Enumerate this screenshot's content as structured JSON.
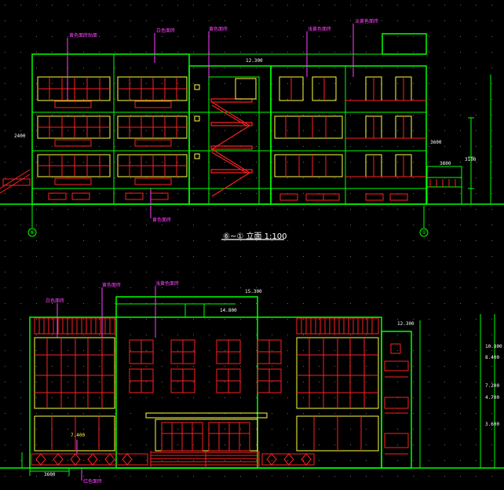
{
  "colors": {
    "background": "#000000",
    "outline": "#00ff00",
    "window": "#ff2020",
    "frame": "#ffff40",
    "leader": "#ff40ff",
    "text": "#ffffff",
    "grid_dot": "#6a6a6a"
  },
  "top_elevation": {
    "title": "⑥~① 立面 1:100",
    "axis_left": "⑥",
    "axis_right": "①",
    "dim_roof": "12.300",
    "dim_left": "2400",
    "dim_right_a": "3600",
    "dim_right_b": "3100",
    "dim_right_c": "3600",
    "notes": [
      "黄色面砖贴面",
      "白色面砖",
      "黄色面砖",
      "浅黄色面砖",
      "淡黄色面砖",
      "黄色面砖"
    ]
  },
  "bottom_elevation": {
    "dim_top": "15.300",
    "dim_right": "12.300",
    "dim_mid": "14.800",
    "dim_left_base": "3600",
    "dim_stair": "7.400",
    "side_levels": [
      "10.800",
      "8.400",
      "7.200",
      "4.700",
      "3.600"
    ],
    "notes": [
      "白色面砖",
      "黄色面砖",
      "浅黄色面砖",
      "红色面砖"
    ]
  }
}
